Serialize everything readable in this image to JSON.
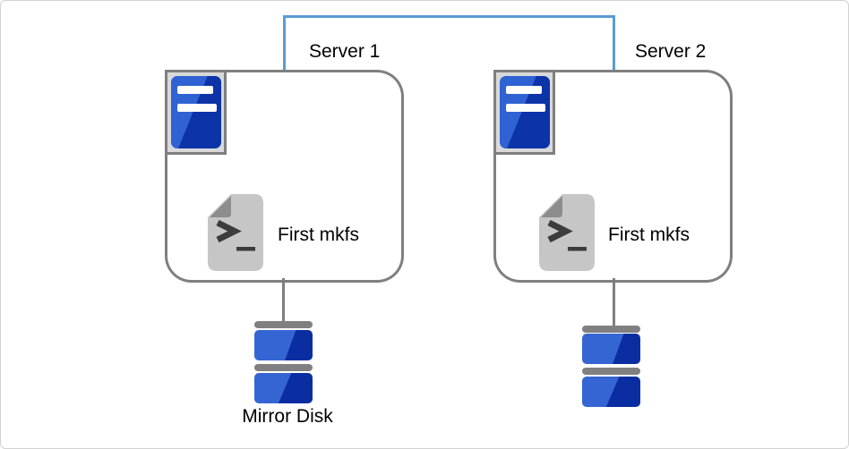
{
  "diagram": {
    "type": "cluster-architecture-diagram",
    "servers": [
      {
        "name": "Server 1",
        "script_label": "First mkfs"
      },
      {
        "name": "Server 2",
        "script_label": "First mkfs"
      }
    ],
    "disk_label": "Mirror Disk",
    "icons": {
      "server": "server-tower-icon",
      "script": "terminal-script-file-icon",
      "disk": "mirror-disk-icon"
    },
    "colors": {
      "network_connector_blue": "#5b9bd5",
      "box_border_gray": "#7f7f7f",
      "icon_frame_gray": "#d9d9d9",
      "server_icon_blue_light": "#2f62d2",
      "server_icon_blue_dark": "#0d33a8",
      "disk_blue_light": "#3565d3",
      "disk_blue_dark": "#0a2ea2",
      "script_page_gray": "#c6c6c6",
      "script_fold_gray": "#8d8d8d",
      "script_glyph_gray": "#3c3c3c",
      "text_color": "#000000"
    }
  }
}
